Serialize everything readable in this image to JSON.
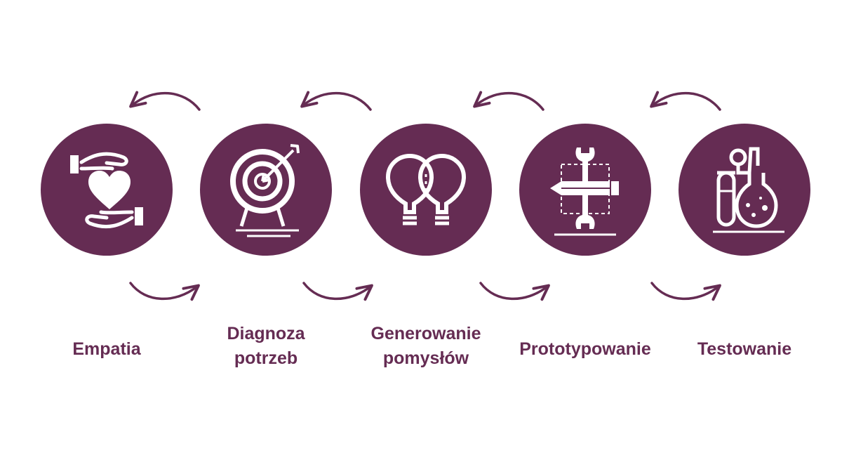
{
  "accent_color": "#652c53",
  "icon_color": "#ffffff",
  "steps": [
    {
      "icon": "hands-heart-icon",
      "label_lines": [
        "Empatia"
      ]
    },
    {
      "icon": "target-arrow-icon",
      "label_lines": [
        "Diagnoza",
        "potrzeb"
      ]
    },
    {
      "icon": "two-lightbulbs-icon",
      "label_lines": [
        "Generowanie",
        "pomysłów"
      ]
    },
    {
      "icon": "wrench-pencil-icon",
      "label_lines": [
        "Prototypowanie"
      ]
    },
    {
      "icon": "lab-flasks-icon",
      "label_lines": [
        "Testowanie"
      ]
    }
  ],
  "connectors": {
    "back_arrows": 4,
    "forward_arrows": 4
  }
}
